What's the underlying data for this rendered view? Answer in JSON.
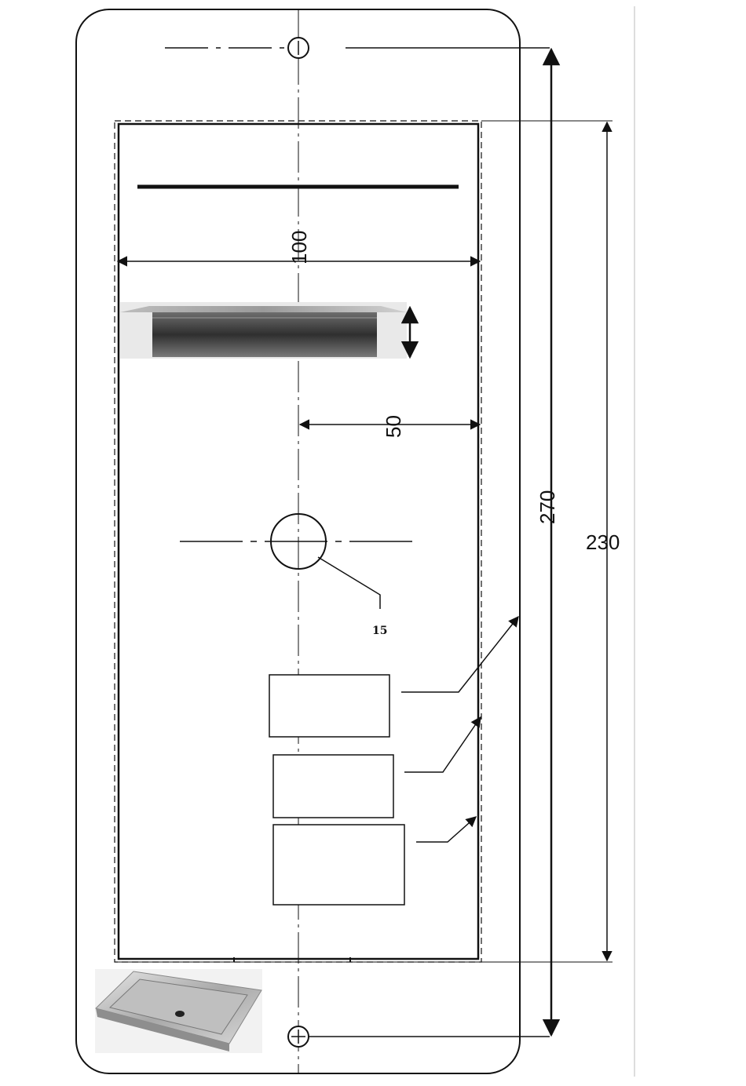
{
  "dimensions": {
    "width_total": "100",
    "half_width": "50",
    "overall_length": "270",
    "inner_length": "230",
    "hole_label": "15"
  },
  "photos": {
    "side_view": "tray-side-photo",
    "perspective_view": "tray-perspective-photo"
  },
  "colors": {
    "line": "#111111",
    "photo_dark": "#3a3a3a",
    "photo_light": "#cfcfcf"
  }
}
